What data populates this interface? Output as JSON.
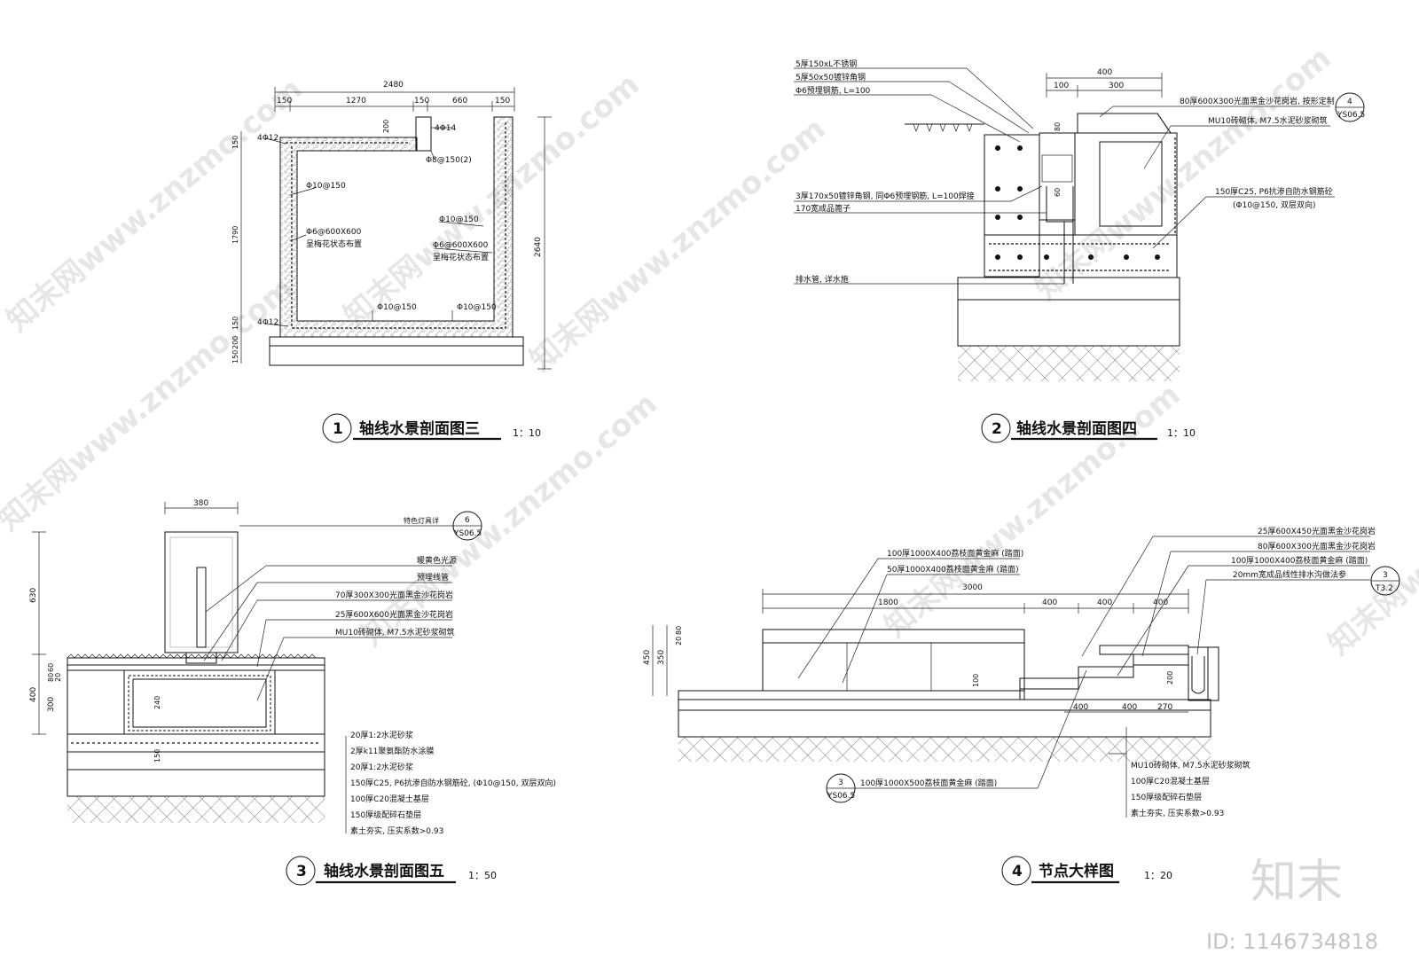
{
  "watermark": {
    "text": "知末网www.znzmo.com",
    "logo": "知末",
    "id_label": "ID: 1146734818"
  },
  "drawings": [
    {
      "number": "1",
      "title": "轴线水景剖面图三",
      "scale": "1：10",
      "dims": {
        "total": "2480",
        "d1": "150",
        "d2": "1270",
        "d3": "150",
        "d4": "660",
        "d5": "150",
        "h_total": "2640",
        "h1": "150",
        "h2": "1790",
        "h3": "150",
        "h4": "200",
        "h5": "150",
        "top200": "200"
      },
      "labels": [
        "4Φ12",
        "4Φ14",
        "Φ8@150(2)",
        "Φ10@150",
        "Φ10@150",
        "Φ6@600X600",
        "呈梅花状态布置",
        "Φ6@600X600",
        "呈梅花状态布置",
        "Φ10@150",
        "Φ10@150",
        "4Φ12"
      ]
    },
    {
      "number": "2",
      "title": "轴线水景剖面图四",
      "scale": "1：10",
      "ref": {
        "top": "4",
        "bottom": "YS06.5"
      },
      "dims": {
        "w400": "400",
        "w100": "100",
        "w300": "300",
        "h80": "80",
        "h60": "60"
      },
      "labels": [
        "5厚150xL不锈钢",
        "5厚50x50镀锌角钢",
        "Φ6预埋钢筋, L=100",
        "80厚600X300光面黑金沙花岗岩, 按形定制",
        "MU10砖砌体, M7.5水泥砂浆砌筑",
        "150厚C25, P6抗渗自防水钢筋砼",
        "(Φ10@150, 双层双向)",
        "3厚170x50镀锌角钢, 同Φ6预埋钢筋, L=100焊接",
        "170宽成品篦子",
        "排水管, 详水施"
      ]
    },
    {
      "number": "3",
      "title": "轴线水景剖面图五",
      "scale": "1：50",
      "ref": {
        "top": "6",
        "bottom": "YS06.5"
      },
      "dims": {
        "w380": "380",
        "h630": "630",
        "h400": "400",
        "h300": "300",
        "h60": "60",
        "h80": "80",
        "h20": "20",
        "h150": "150",
        "h240": "240"
      },
      "labels": [
        "特色灯具详",
        "暖黄色光源",
        "预埋线管",
        "70厚300X300光面黑金沙花岗岩",
        "25厚600X600光面黑金沙花岗岩",
        "MU10砖砌体, M7.5水泥砂浆砌筑",
        "20厚1:2水泥砂浆",
        "2厚k11聚氨酯防水涂膜",
        "20厚1:2水泥砂浆",
        "150厚C25, P6抗渗自防水钢筋砼, (Φ10@150, 双层双向)",
        "100厚C20混凝土基层",
        "150厚级配碎石垫层",
        "素土夯实, 压实系数>0.93"
      ]
    },
    {
      "number": "4",
      "title": "节点大样图",
      "scale": "1：20",
      "ref": {
        "top": "3",
        "bottom": "T3.2"
      },
      "ref2": {
        "top": "3",
        "bottom": "YS06.5"
      },
      "dims": {
        "w3000": "3000",
        "w1800": "1800",
        "w400a": "400",
        "w400b": "400",
        "w400c": "400",
        "h450": "450",
        "h350": "350",
        "h20": "20",
        "h80": "80",
        "h100": "100",
        "h200": "200",
        "b400a": "400",
        "b400b": "400",
        "b270": "270"
      },
      "labels": [
        "100厚1000X400荔枝面黄金麻 (踏面)",
        "50厚1000X400荔枝面黄金麻 (踏面)",
        "25厚600X450光面黑金沙花岗岩",
        "80厚600X300光面黑金沙花岗岩",
        "100厚1000X400荔枝面黄金麻 (踏面)",
        "20mm宽成品线性排水沟做法参",
        "100厚1000X500荔枝面黄金麻 (踏面)",
        "MU10砖砌体, M7.5水泥砂浆砌筑",
        "100厚C20混凝土基层",
        "150厚级配碎石垫层",
        "素土夯实, 压实系数>0.93"
      ]
    }
  ]
}
